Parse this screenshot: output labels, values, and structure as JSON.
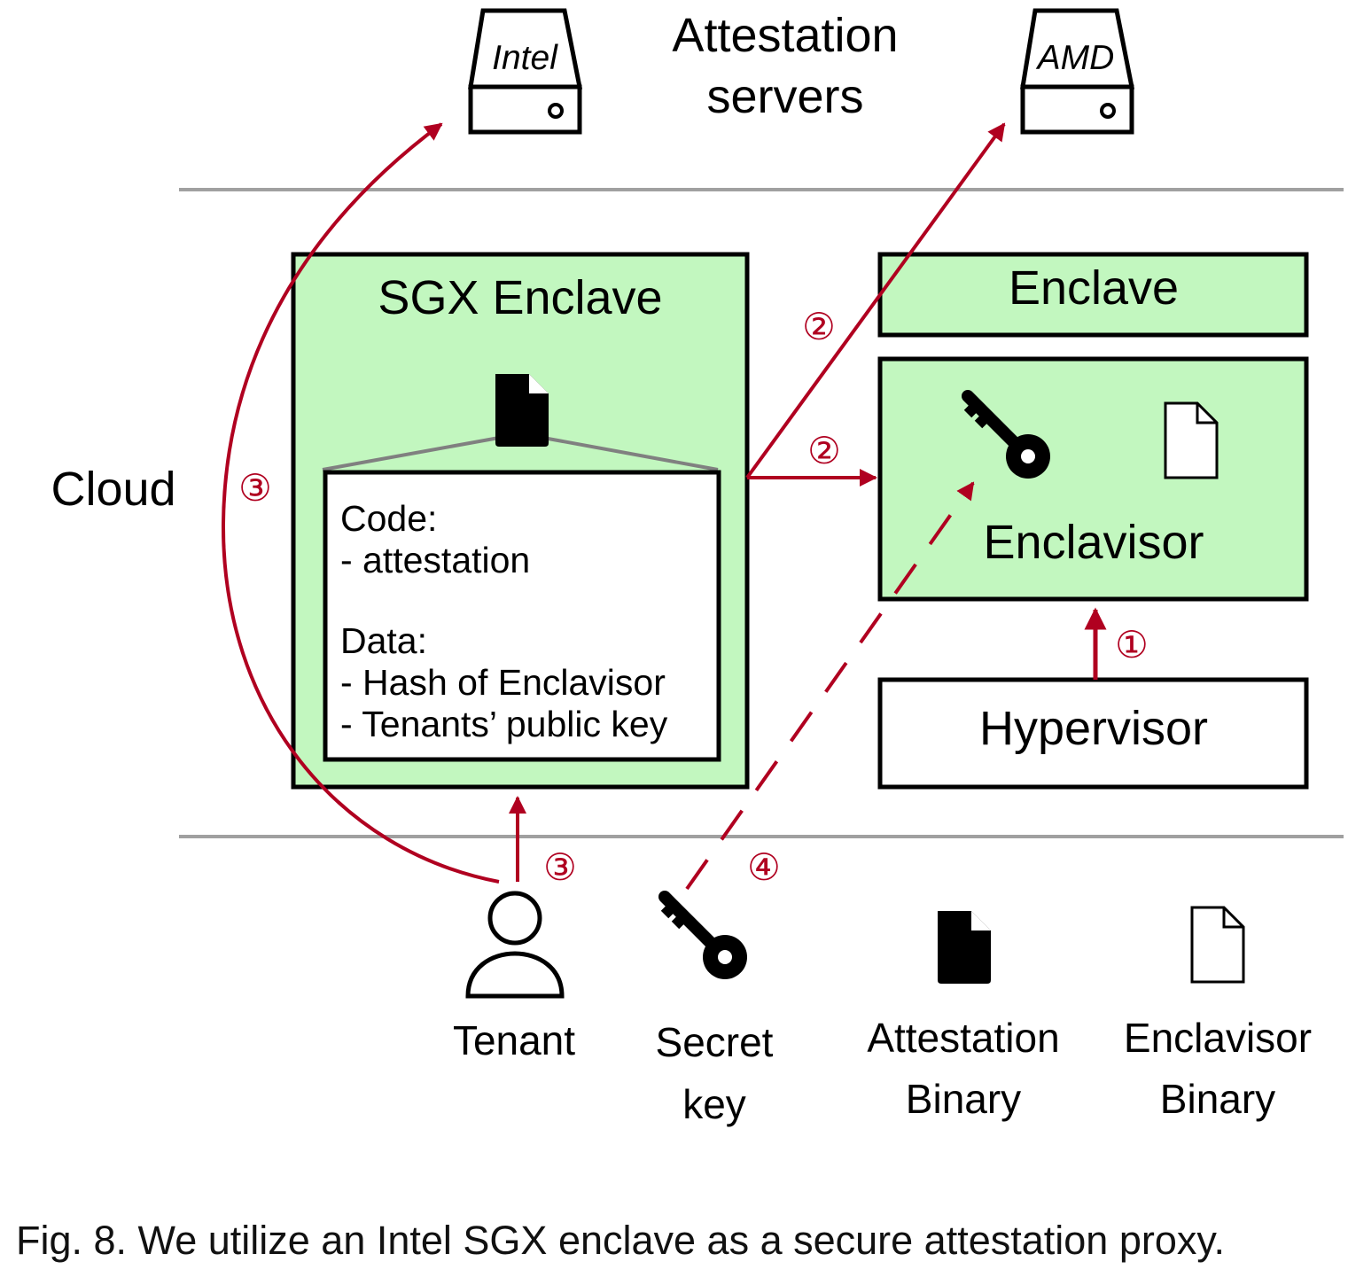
{
  "servers": {
    "title_line1": "Attestation",
    "title_line2": "servers",
    "intel_label": "Intel",
    "amd_label": "AMD"
  },
  "zones": {
    "cloud_label": "Cloud"
  },
  "sgx": {
    "title": "SGX Enclave",
    "code_heading": "Code:",
    "code_item": "- attestation",
    "data_heading": "Data:",
    "data_item1": "- Hash of Enclavisor",
    "data_item2": "- Tenants’ public key"
  },
  "right": {
    "enclave_label": "Enclave",
    "enclavisor_label": "Enclavisor",
    "hypervisor_label": "Hypervisor"
  },
  "steps": {
    "s1": "①",
    "s2": "②",
    "s3": "③",
    "s4": "④"
  },
  "legend": {
    "tenant": "Tenant",
    "secret_line1": "Secret",
    "secret_line2": "key",
    "att_line1": "Attestation",
    "att_line2": "Binary",
    "enc_line1": "Enclavisor",
    "enc_line2": "Binary"
  },
  "caption": "Fig. 8. We utilize an Intel SGX enclave as a secure attestation proxy.",
  "colors": {
    "enclave_fill": "#c2f7bf",
    "arrow": "#b00020",
    "divider": "#a0a0a0"
  }
}
